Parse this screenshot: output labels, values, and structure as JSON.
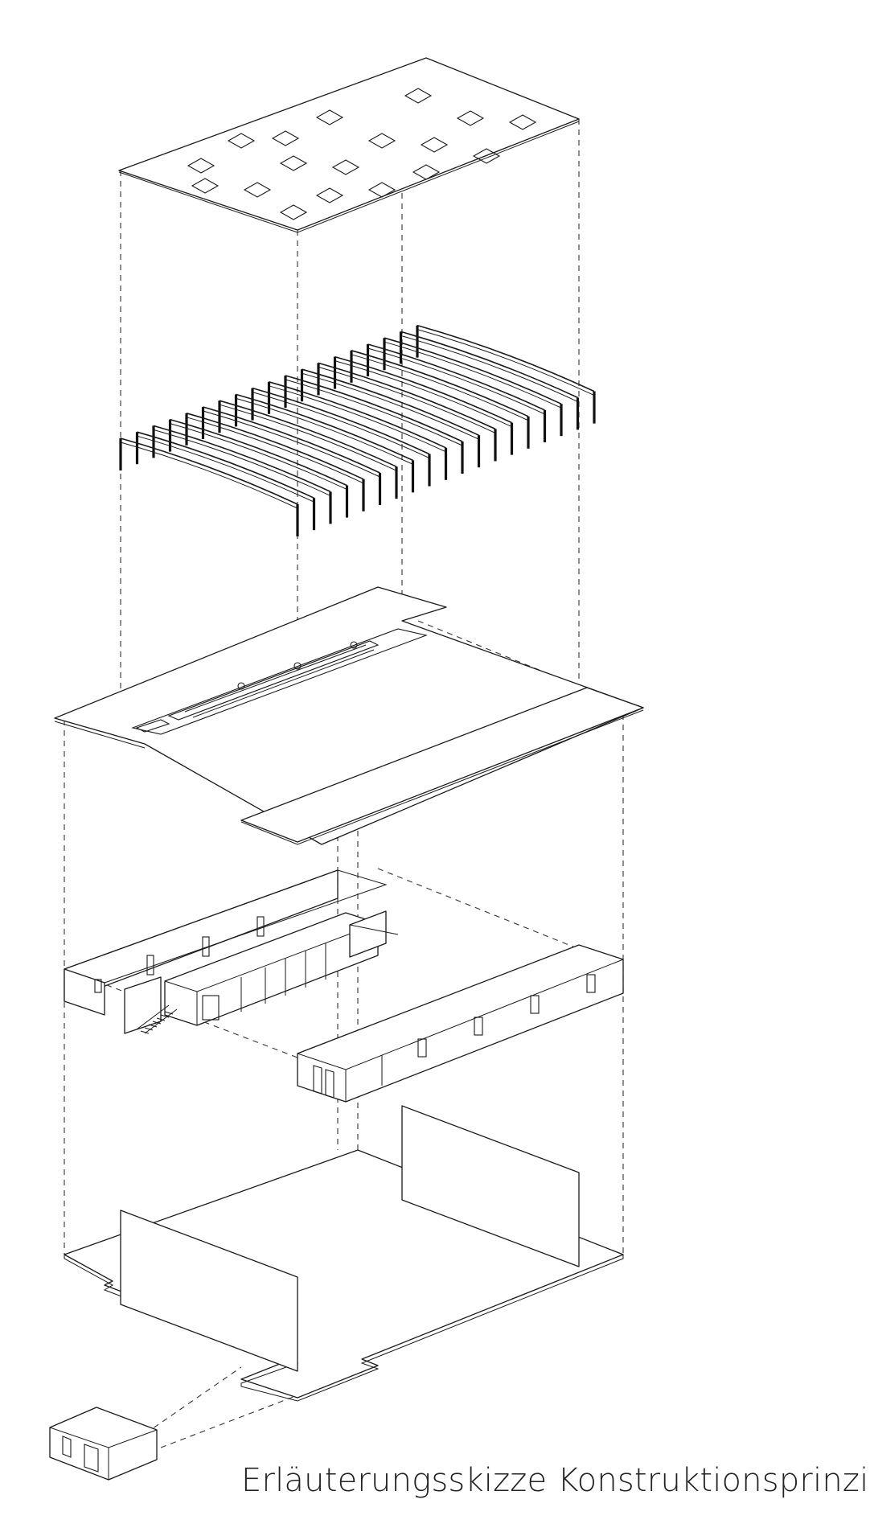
{
  "caption": "Erläuterungsskizze Konstruktionsprinzip",
  "layers": [
    {
      "name": "roof-slab",
      "skylight_count": 18
    },
    {
      "name": "roof-frames",
      "frame_count": 19
    },
    {
      "name": "upper-floor-slab"
    },
    {
      "name": "upper-floor-walls"
    },
    {
      "name": "ground-floor-slab"
    },
    {
      "name": "annex-volume"
    }
  ],
  "colors": {
    "line": "#1a1a1a",
    "background": "#ffffff",
    "text": "#222222"
  }
}
